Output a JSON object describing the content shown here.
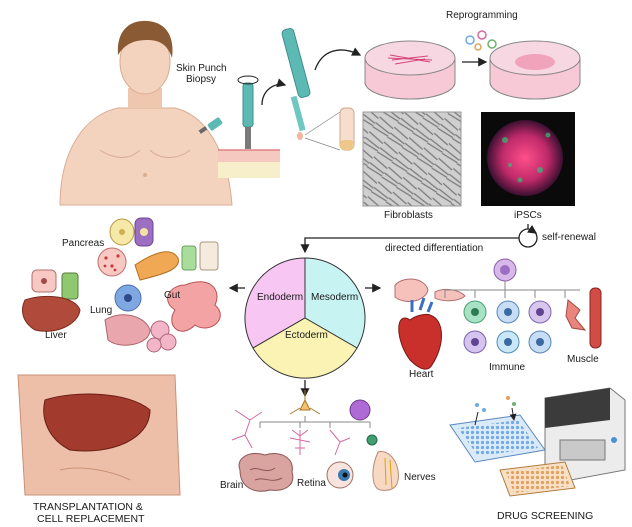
{
  "source": {
    "biopsy_label_line1": "Skin Punch",
    "biopsy_label_line2": "Biopsy",
    "reprogramming_label": "Reprogramming",
    "fibroblasts_label": "Fibroblasts",
    "ipscs_label": "iPSCs",
    "self_renewal_label": "self-renewal",
    "directed_differentiation_label": "directed differentiation"
  },
  "germ_layers": {
    "endoderm": "Endoderm",
    "mesoderm": "Mesoderm",
    "ectoderm": "Ectoderm"
  },
  "endoderm_outputs": {
    "pancreas": "Pancreas",
    "gut": "Gut",
    "lung": "Lung",
    "liver": "Liver"
  },
  "mesoderm_outputs": {
    "heart": "Heart",
    "immune": "Immune",
    "muscle": "Muscle"
  },
  "ectoderm_outputs": {
    "brain": "Brain",
    "retina": "Retina",
    "nerves": "Nerves"
  },
  "applications": {
    "transplant_line1": "TRANSPLANTATION &",
    "transplant_line2": "CELL REPLACEMENT",
    "drug_screening": "DRUG SCREENING"
  },
  "colors": {
    "endoderm": "#f7c6f2",
    "mesoderm": "#c8f3f3",
    "ectoderm": "#faf3b4",
    "pen": "#5db9b4",
    "dish_pink": "#f3b6c8"
  }
}
